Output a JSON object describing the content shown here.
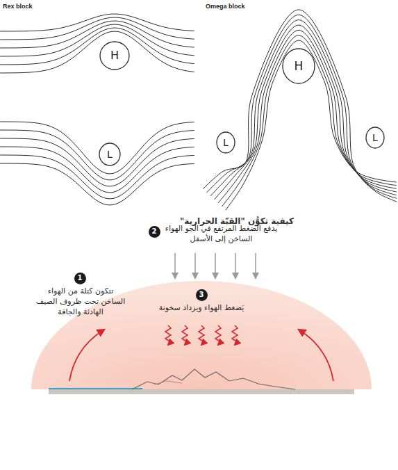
{
  "diagram": {
    "title": "كيفية تكوُّن \"القبّة الحرارية\"",
    "nodes": [
      {
        "text": [
          "H"
        ]
      },
      {
        "text": [
          "L"
        ]
      },
      {
        "text": [
          "H"
        ]
      },
      {
        "text": [
          "L"
        ]
      },
      {
        "text": [
          "L"
        ]
      },
      {
        "text": [
          "1"
        ]
      },
      {
        "text": [
          "2"
        ]
      },
      {
        "text": [
          "3"
        ]
      }
    ],
    "labels": [
      "Rex block",
      "Omega block",
      "تتكون كتلة من الهواء الساخن تحت ظروف الصيف الهادئة والجافة",
      "يدفع الضغط المرتفع في الجو الهواء الساخن إلى الأسفل",
      "يَضغط الهواء ويزداد سخونة"
    ]
  }
}
